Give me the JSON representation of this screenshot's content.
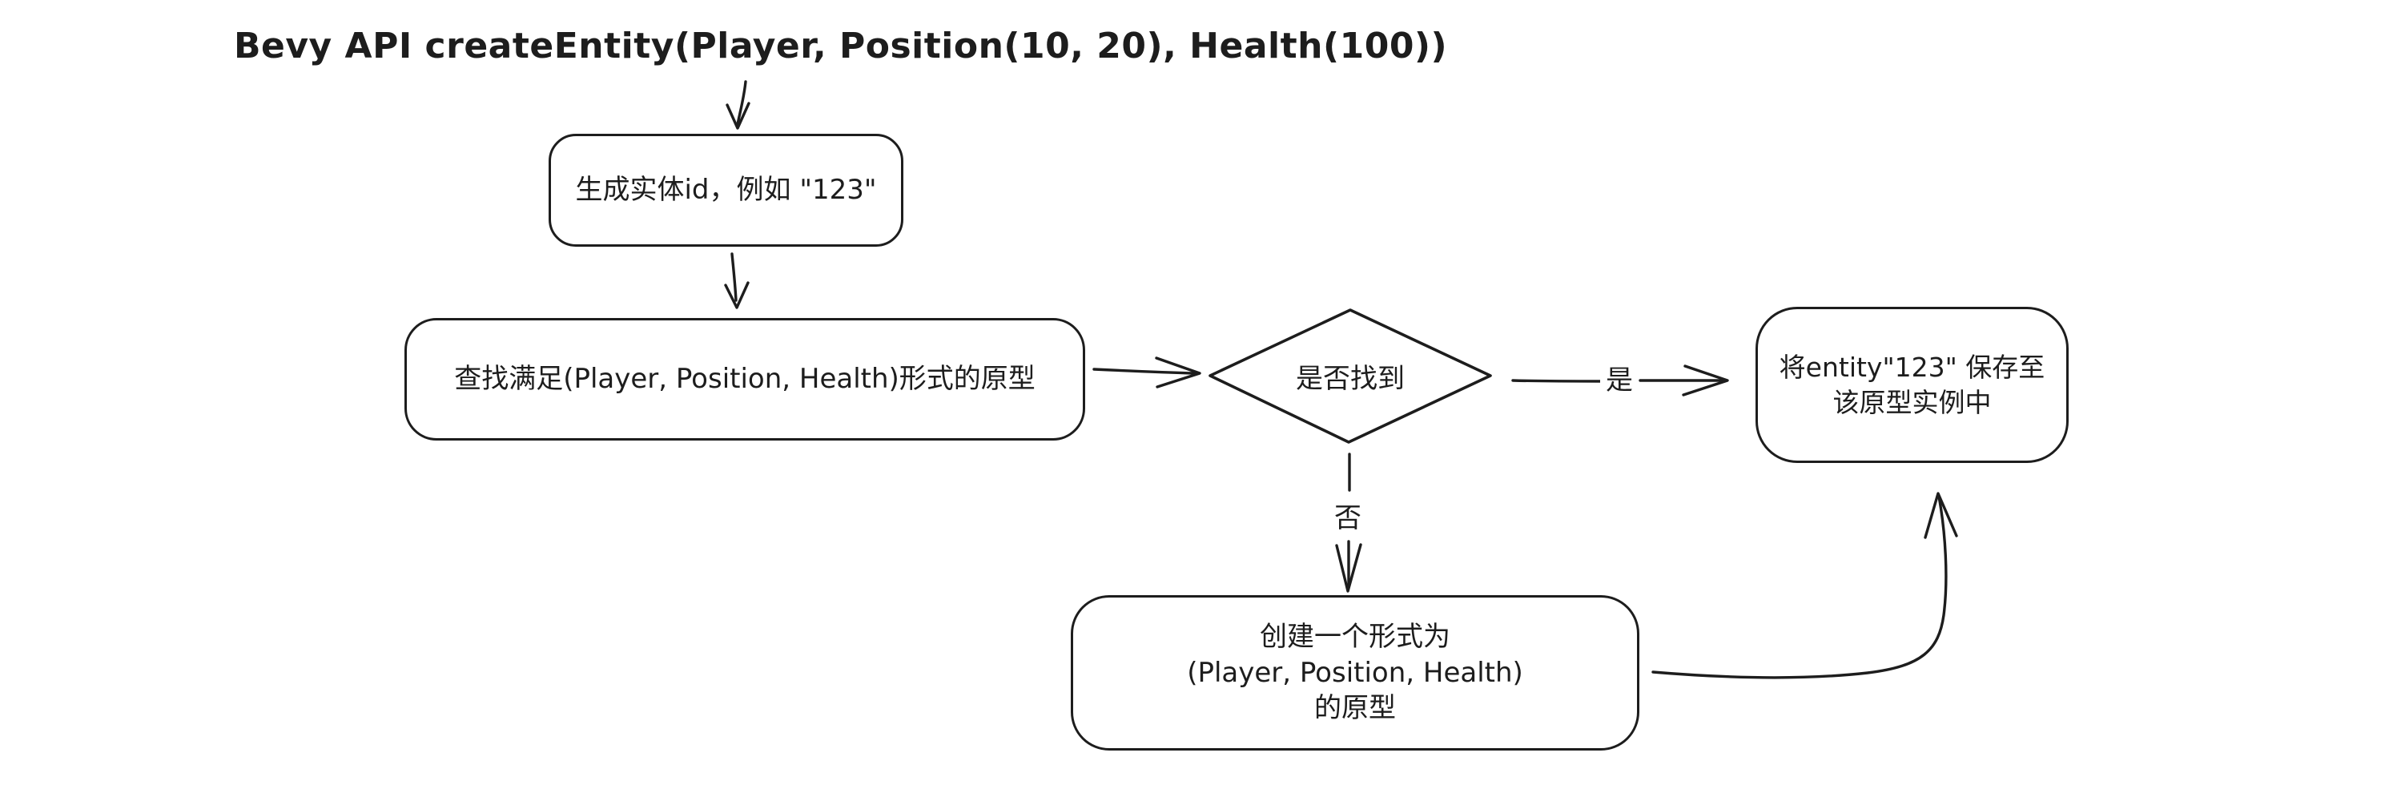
{
  "canvas": {
    "background": "#ffffff",
    "ink": "#1d1d1d"
  },
  "title": {
    "text": "Bevy API createEntity(Player, Position(10, 20), Health(100))"
  },
  "nodes": {
    "generate_id": {
      "text": "生成实体id，例如 \"123\""
    },
    "find_archetype": {
      "text": "查找满足(Player, Position, Health)形式的原型"
    },
    "decision": {
      "text": "是否找到"
    },
    "save_entity": {
      "lines": [
        "将entity\"123\" 保存至",
        "该原型实例中"
      ]
    },
    "create_archetype": {
      "lines": [
        "创建一个形式为",
        "(Player, Position, Health)",
        "的原型"
      ]
    }
  },
  "edge_labels": {
    "yes": "是",
    "no": "否"
  }
}
